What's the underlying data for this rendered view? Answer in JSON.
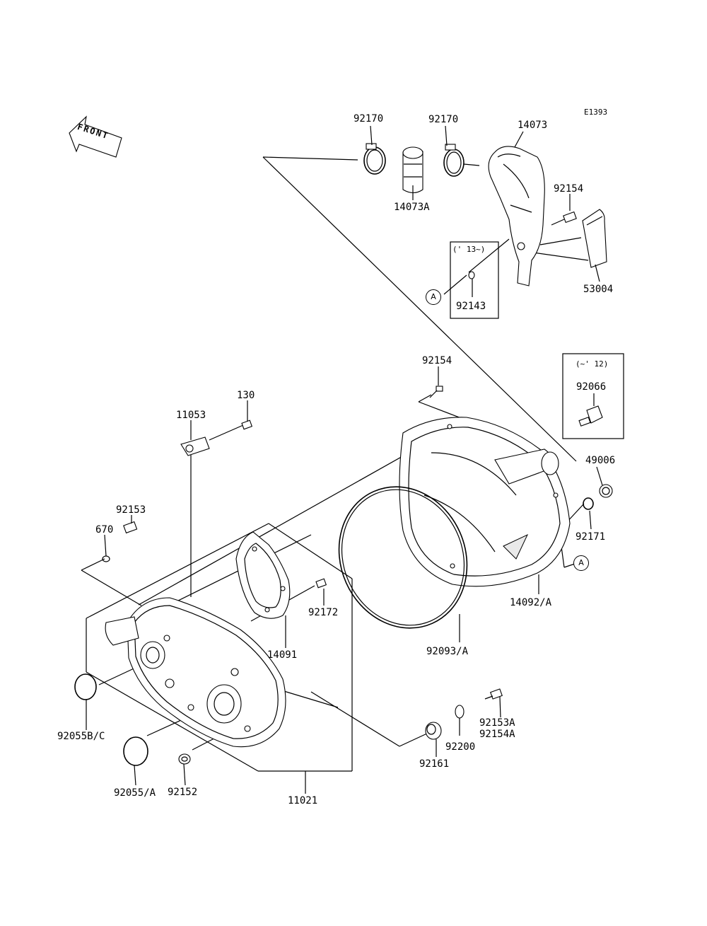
{
  "diagram_code": "E1393",
  "front_label": "FRONT",
  "callout_letter": "A",
  "ranges": {
    "from_13": "(' 13~)",
    "to_12": "(~' 12)"
  },
  "labels": {
    "p92170_left": "92170",
    "p92170_right": "92170",
    "p14073": "14073",
    "p14073A": "14073A",
    "p92154_top": "92154",
    "p53004": "53004",
    "p92143": "92143",
    "p92154_mid": "92154",
    "p92066": "92066",
    "p130": "130",
    "p11053": "11053",
    "p49006": "49006",
    "p92171": "92171",
    "p92153": "92153",
    "p670": "670",
    "p14092A": "14092/A",
    "p92172": "92172",
    "p14091": "14091",
    "p92093A": "92093/A",
    "p92153A": "92153A",
    "p92154A": "92154A",
    "p92200": "92200",
    "p92055BC": "92055B/C",
    "p92161": "92161",
    "p92055A": "92055/A",
    "p92152": "92152",
    "p11021": "11021"
  }
}
